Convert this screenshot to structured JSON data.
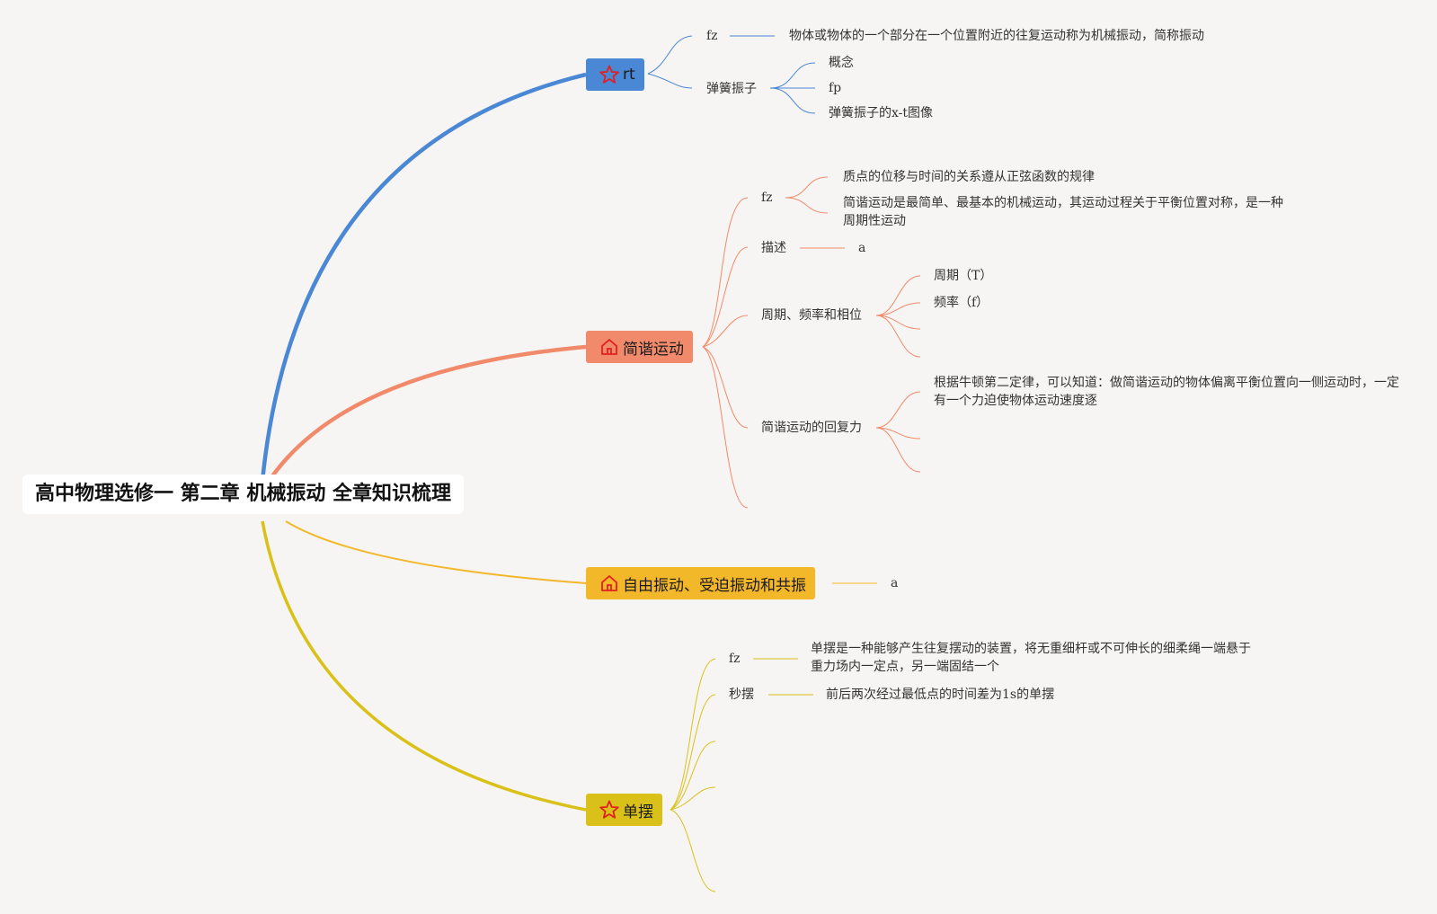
{
  "root": {
    "title": "高中物理选修一 第二章 机械振动 全章知识梳理"
  },
  "branches": {
    "rt": {
      "label": "rt",
      "icon": "star-icon",
      "color": "#4a87d4",
      "fz": {
        "label": "fz",
        "text": "物体或物体的一个部分在一个位置附近的往复运动称为机械振动，简称振动"
      },
      "spring": {
        "label": "弹簧振子",
        "children": [
          "概念",
          "fp",
          "弹簧振子的x-t图像"
        ]
      }
    },
    "shm": {
      "label": "简谐运动",
      "icon": "house-icon",
      "color": "#f08a6a",
      "fz": {
        "label": "fz",
        "children": [
          "质点的位移与时间的关系遵从正弦函数的规律",
          "简谐运动是最简单、最基本的机械运动，其运动过程关于平衡位置对称，是一种周期性运动"
        ]
      },
      "describe": {
        "label": "描述",
        "value": "a"
      },
      "period": {
        "label": "周期、频率和相位",
        "children": [
          "周期（T）",
          "频率（f）"
        ]
      },
      "restoring": {
        "label": "简谐运动的回复力",
        "text": "根据牛顿第二定律，可以知道：做简谐运动的物体偏离平衡位置向一侧运动时，一定有一个力迫使物体运动速度逐"
      }
    },
    "free": {
      "label": "自由振动、受迫振动和共振",
      "icon": "house-icon",
      "color": "#f3b72a",
      "value": "a"
    },
    "pendulum": {
      "label": "单摆",
      "icon": "star-icon",
      "color": "#d9c11a",
      "fz": {
        "label": "fz",
        "text": "单摆是一种能够产生往复摆动的装置，将无重细杆或不可伸长的细柔绳一端悬于重力场内一定点，另一端固结一个"
      },
      "second": {
        "label": "秒摆",
        "text": "前后两次经过最低点的时间差为1s的单摆"
      }
    }
  }
}
